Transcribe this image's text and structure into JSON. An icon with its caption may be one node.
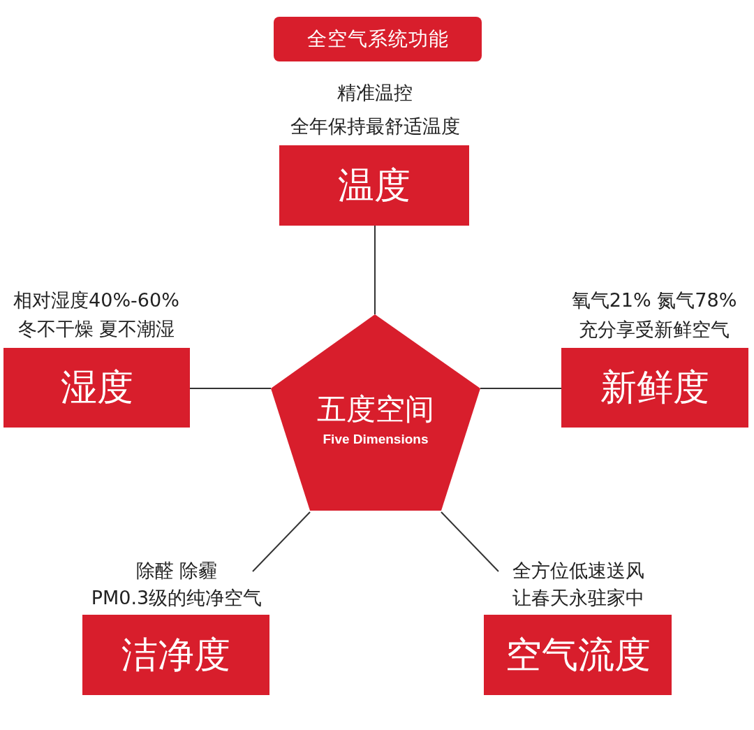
{
  "diagram": {
    "title": "全空气系统功能",
    "nodes": [
      {
        "text": [
          "五度空间",
          "Five Dimensions"
        ]
      },
      {
        "text": [
          "温度"
        ],
        "beside": [
          "精准温控",
          "全年保持最舒适温度"
        ]
      },
      {
        "text": [
          "湿度"
        ],
        "beside": [
          "相对湿度40%-60%",
          "冬不干燥 夏不潮湿"
        ]
      },
      {
        "text": [
          "新鲜度"
        ],
        "beside": [
          "氧气21% 氮气78%",
          "充分享受新鲜空气"
        ]
      },
      {
        "text": [
          "洁净度"
        ],
        "beside": [
          "除醛 除霾",
          "PM0.3级的纯净空气"
        ]
      },
      {
        "text": [
          "空气流度"
        ],
        "beside": [
          "全方位低速送风",
          "让春天永驻家中"
        ]
      }
    ],
    "edges": [
      {
        "from": 0,
        "to": 1,
        "arrow": "none"
      },
      {
        "from": 0,
        "to": 2,
        "arrow": "none"
      },
      {
        "from": 0,
        "to": 3,
        "arrow": "none"
      },
      {
        "from": 0,
        "to": 4,
        "arrow": "none"
      },
      {
        "from": 0,
        "to": 5,
        "arrow": "none"
      }
    ]
  }
}
